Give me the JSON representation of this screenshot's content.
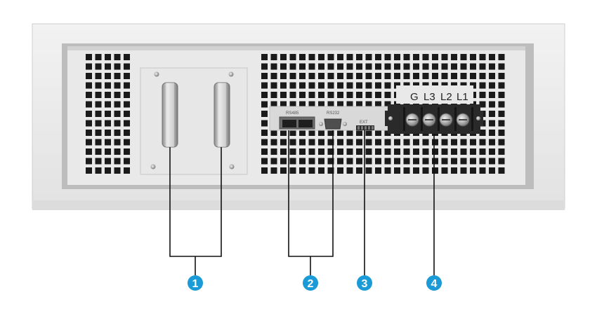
{
  "ports": {
    "rs485": "RS485",
    "rs232": "RS232",
    "ext": "EXT"
  },
  "terminals": [
    "G",
    "L3",
    "L2",
    "L1"
  ],
  "callouts": [
    "1",
    "2",
    "3",
    "4"
  ],
  "colors": {
    "chassis": "#ebebeb",
    "panel": "#e6e6e6",
    "grille_hole": "#1a1a1a",
    "terminal_block": "#2a2a2a",
    "callout_badge": "#1a9ad6"
  }
}
